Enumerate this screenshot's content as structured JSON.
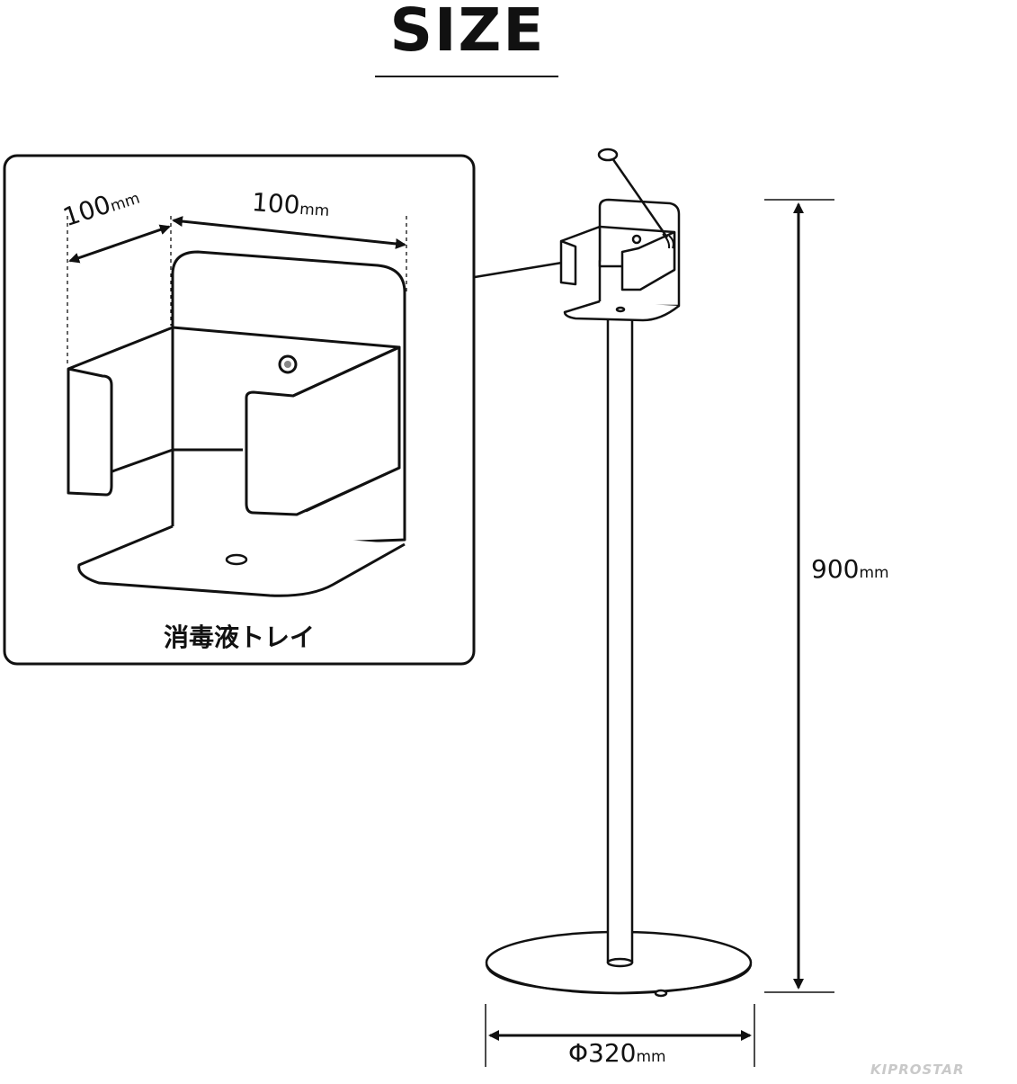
{
  "title": "SIZE",
  "tray": {
    "caption": "消毒液トレイ",
    "width_left": {
      "value": "100",
      "unit": "mm"
    },
    "width_right": {
      "value": "100",
      "unit": "mm"
    }
  },
  "stand": {
    "height": {
      "value": "900",
      "unit": "mm"
    },
    "base_diameter": {
      "value": "Φ320",
      "unit": "mm"
    }
  },
  "brand": "KIPROSTAR"
}
